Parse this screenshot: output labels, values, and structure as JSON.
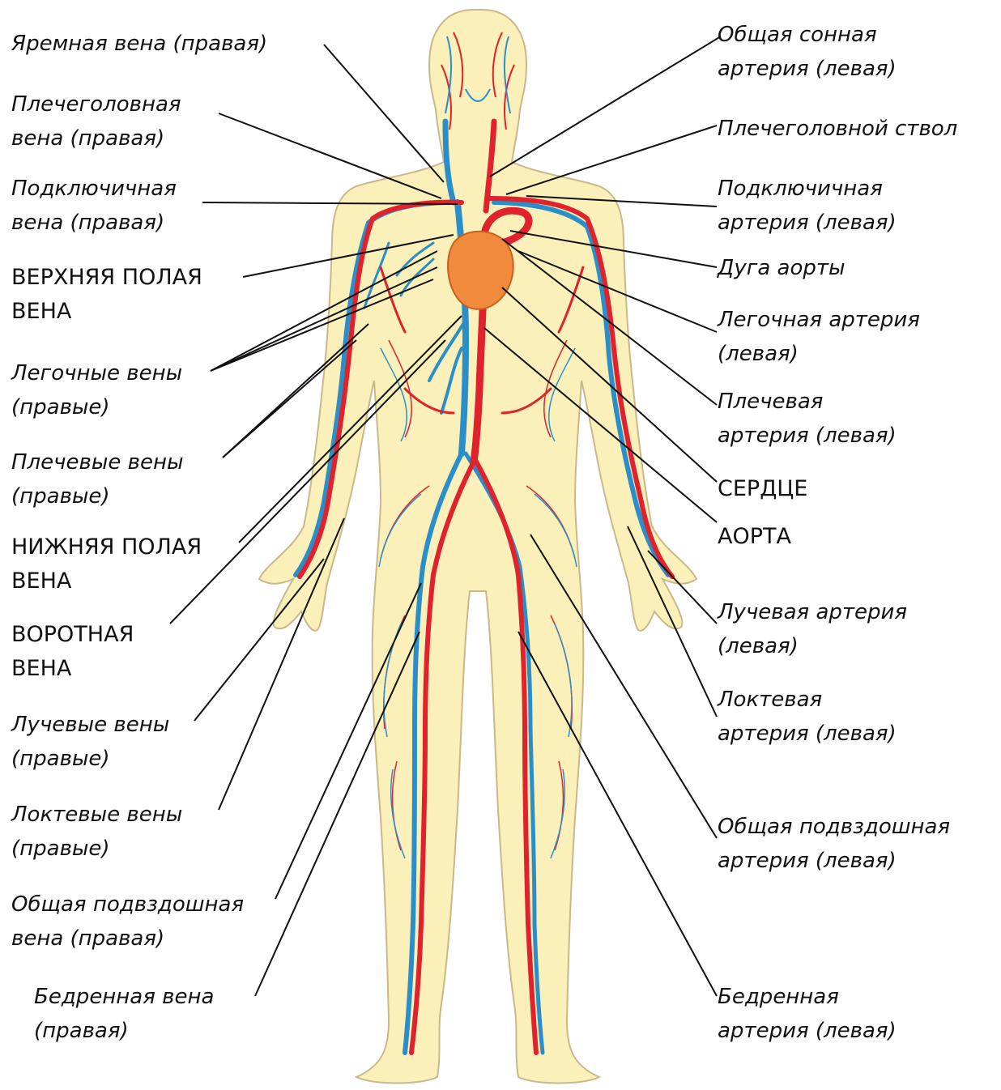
{
  "labels_left": [
    {
      "id": "jugular-vein",
      "lines": [
        "Яремная вена (правая)"
      ]
    },
    {
      "id": "brachiocephalic-vein",
      "lines": [
        "Плечеголовная",
        "вена (правая)"
      ]
    },
    {
      "id": "subclavian-vein",
      "lines": [
        "Подключичная",
        "вена (правая)"
      ]
    },
    {
      "id": "superior-vena-cava",
      "lines": [
        "ВЕРХНЯЯ ПОЛАЯ",
        "ВЕНА"
      ]
    },
    {
      "id": "pulmonary-veins",
      "lines": [
        "Легочные вены",
        "(правые)"
      ]
    },
    {
      "id": "brachial-veins",
      "lines": [
        "Плечевые вены",
        "(правые)"
      ]
    },
    {
      "id": "inferior-vena-cava",
      "lines": [
        "НИЖНЯЯ ПОЛАЯ",
        "ВЕНА"
      ]
    },
    {
      "id": "portal-vein",
      "lines": [
        "ВОРОТНАЯ",
        "ВЕНА"
      ]
    },
    {
      "id": "radial-veins",
      "lines": [
        "Лучевые вены",
        "(правые)"
      ]
    },
    {
      "id": "ulnar-veins",
      "lines": [
        "Локтевые вены",
        "(правые)"
      ]
    },
    {
      "id": "common-iliac-vein",
      "lines": [
        "Общая подвздошная",
        "вена (правая)"
      ]
    },
    {
      "id": "femoral-vein",
      "lines": [
        "Бедренная вена",
        "(правая)"
      ]
    }
  ],
  "labels_right": [
    {
      "id": "common-carotid-artery",
      "lines": [
        "Общая сонная",
        "артерия (левая)"
      ]
    },
    {
      "id": "brachiocephalic-trunk",
      "lines": [
        "Плечеголовной ствол"
      ]
    },
    {
      "id": "subclavian-artery",
      "lines": [
        "Подключичная",
        "артерия (левая)"
      ]
    },
    {
      "id": "aortic-arch",
      "lines": [
        "Дуга аорты"
      ]
    },
    {
      "id": "pulmonary-artery",
      "lines": [
        "Легочная артерия",
        "(левая)"
      ]
    },
    {
      "id": "brachial-artery",
      "lines": [
        "Плечевая",
        "артерия (левая)"
      ]
    },
    {
      "id": "heart",
      "lines": [
        "СЕРДЦЕ"
      ]
    },
    {
      "id": "aorta",
      "lines": [
        "АОРТА"
      ]
    },
    {
      "id": "radial-artery",
      "lines": [
        "Лучевая артерия",
        "(левая)"
      ]
    },
    {
      "id": "ulnar-artery",
      "lines": [
        "Локтевая",
        "артерия (левая)"
      ]
    },
    {
      "id": "common-iliac-artery",
      "lines": [
        "Общая подвздошная",
        "артерия (левая)"
      ]
    },
    {
      "id": "femoral-artery",
      "lines": [
        "Бедренная",
        "артерия (левая)"
      ]
    }
  ],
  "colors": {
    "skin": "#fbefba",
    "skin_outline": "#c9b88a",
    "artery": "#e0222c",
    "vein": "#2a8fc9",
    "heart": "#f08a3c",
    "leader_line": "#111111"
  }
}
